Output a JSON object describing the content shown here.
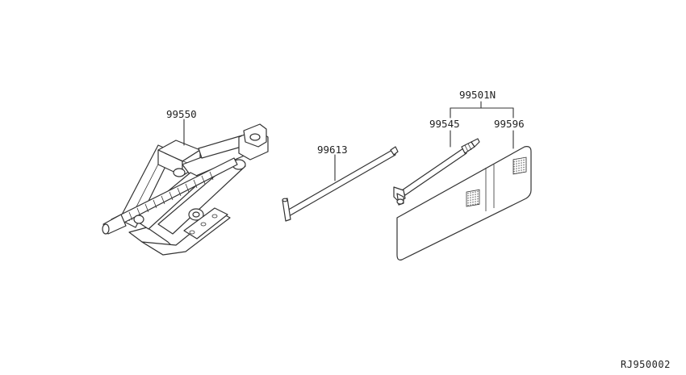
{
  "labels": {
    "jack": "99550",
    "bar": "99613",
    "kit": "99501N",
    "wrench": "99545",
    "bag": "99596"
  },
  "diagram_code": "RJ950002"
}
